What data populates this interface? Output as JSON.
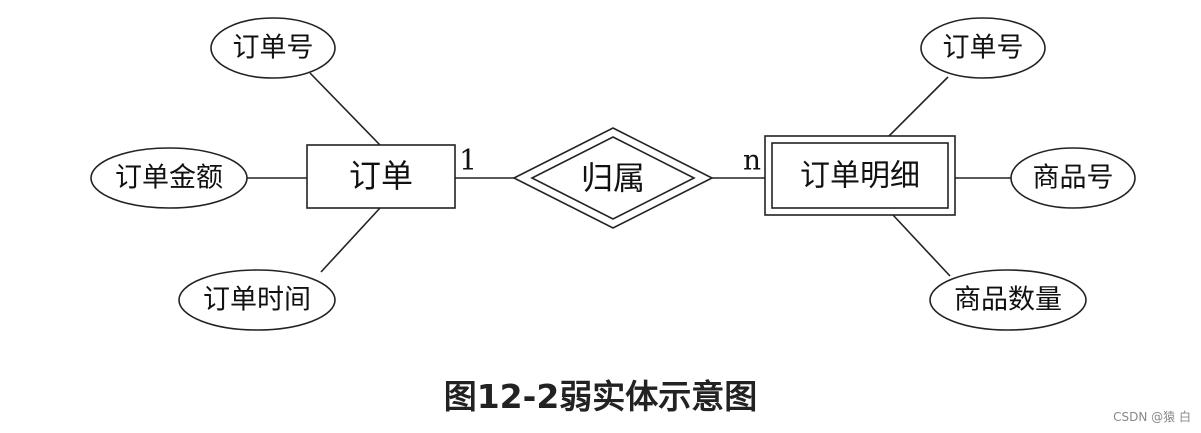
{
  "entities": {
    "order": {
      "label": "订单"
    },
    "order_detail": {
      "label": "订单明细"
    }
  },
  "relationship": {
    "label": "归属"
  },
  "cardinality": {
    "left": "1",
    "right": "n"
  },
  "attributes": {
    "order_id": "订单号",
    "order_amount": "订单金额",
    "order_time": "订单时间",
    "detail_order_id": "订单号",
    "product_id": "商品号",
    "product_qty": "商品数量"
  },
  "caption": "图12-2弱实体示意图",
  "watermark": "CSDN @猿 白"
}
